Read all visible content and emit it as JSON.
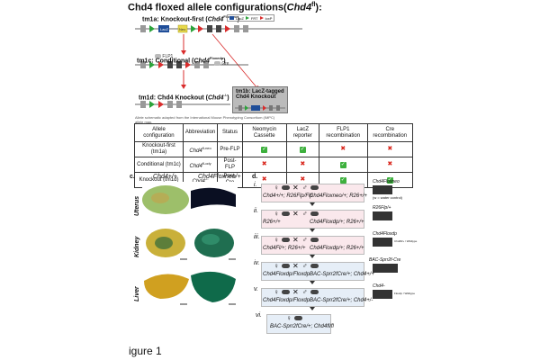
{
  "title": {
    "prefix": "Chd4 floxed allele configurations(",
    "gene": "Chd4",
    "sup": "fl",
    "suffix": "):"
  },
  "diagram": {
    "tm1a": {
      "label_prefix": "tm1a: Knockout-first (",
      "gene": "Chd4",
      "sup": "Floxneo",
      "label_suffix": ")"
    },
    "legend": {
      "lacz": "LacZ",
      "frt": "FRT",
      "loxp": "loxP"
    },
    "flp": "FLP1",
    "cre": "Cre",
    "tm1c": {
      "label_prefix": "tm1c: Conditional (",
      "gene": "Chd4",
      "sup": "Floxedp",
      "label_suffix": ")"
    },
    "tm1d": {
      "label_prefix": "tm1d: Chd4 Knockout (",
      "gene": "Chd4",
      "sup": "-/-",
      "label_suffix": ")"
    },
    "tm1b": {
      "line1": "tm1b: LacZ-tagged",
      "line2": "Chd4 Knockout"
    },
    "exons": [
      "10",
      "11",
      "12",
      "13",
      "14",
      "15"
    ],
    "elements": {
      "lacz": "LacZ",
      "neo": "Neo"
    },
    "footnote": "Allele schematic adapted from the International Mouse Phenotyping Consortium (IMPC) allele map."
  },
  "table": {
    "headers": [
      "Allele configuration",
      "Abbreviation",
      "Status",
      "Neomycin Cassette",
      "LacZ reporter",
      "FLP1 recombination",
      "Cre recombination"
    ],
    "rows": [
      {
        "config": "Knockout-first (tm1a)",
        "abbr_gene": "Chd4",
        "abbr_sup": "fl-neo",
        "status": "Pre-FLP",
        "marks": [
          "ok",
          "ok",
          "no",
          "no"
        ]
      },
      {
        "config": "Conditional (tm1c)",
        "abbr_gene": "Chd4",
        "abbr_sup": "fl-ody",
        "status": "Post-FLP",
        "marks": [
          "no",
          "no",
          "ok",
          "no"
        ]
      },
      {
        "config": "Knockout (tm1d)",
        "abbr_gene": "Chd4",
        "abbr_sup": "-/-",
        "status": "Post-Cre",
        "marks": [
          "no",
          "no",
          "ok",
          "ok"
        ]
      }
    ]
  },
  "panel_c": {
    "letter": "c.",
    "col1": "Chd4+/+",
    "col2": "Chd4Floxneo/+",
    "rows": [
      "Uterus",
      "Kidney",
      "Liver"
    ]
  },
  "panel_d": {
    "letter": "d.",
    "steps": [
      {
        "num": "i.",
        "left": "Chd4+/+; R26Flp/Flp",
        "right": "Chd4Floxneo/+; R26+/+",
        "gel_label": "Chd4Floxneo",
        "gel_note": "(w = water control)"
      },
      {
        "num": "ii.",
        "left": "R26+/+",
        "right": "Chd4Floxdp/+; R26+/+",
        "gel_label": "R26Flp/+"
      },
      {
        "num": "iii.",
        "left": "Chd4Fl/+; R26+/+",
        "right": "Chd4Floxdp/+; R26+/+",
        "gel_label": "Chd4Floxdp",
        "gel_note2": "Chd4fl/+ / Wildtype"
      },
      {
        "num": "iv.",
        "left": "Chd4Floxdp/Floxdp",
        "right": "BAC-Sprr2fCre/+; Chd4+/+",
        "gel_label": "BAC-Sprr2f-Cre"
      },
      {
        "num": "v.",
        "left": "Chd4Floxdp/Floxdp",
        "right": "BAC-Sprr2fCre/+; Chd4+/-",
        "gel_label": "Chd4-",
        "gel_note2": "Floxdp / Wildtype"
      },
      {
        "num": "vi.",
        "left": "BAC-Sprr2fCre/+; Chd4fl/fl",
        "right": "",
        "gel_label": ""
      }
    ]
  },
  "caption": "igure 1"
}
